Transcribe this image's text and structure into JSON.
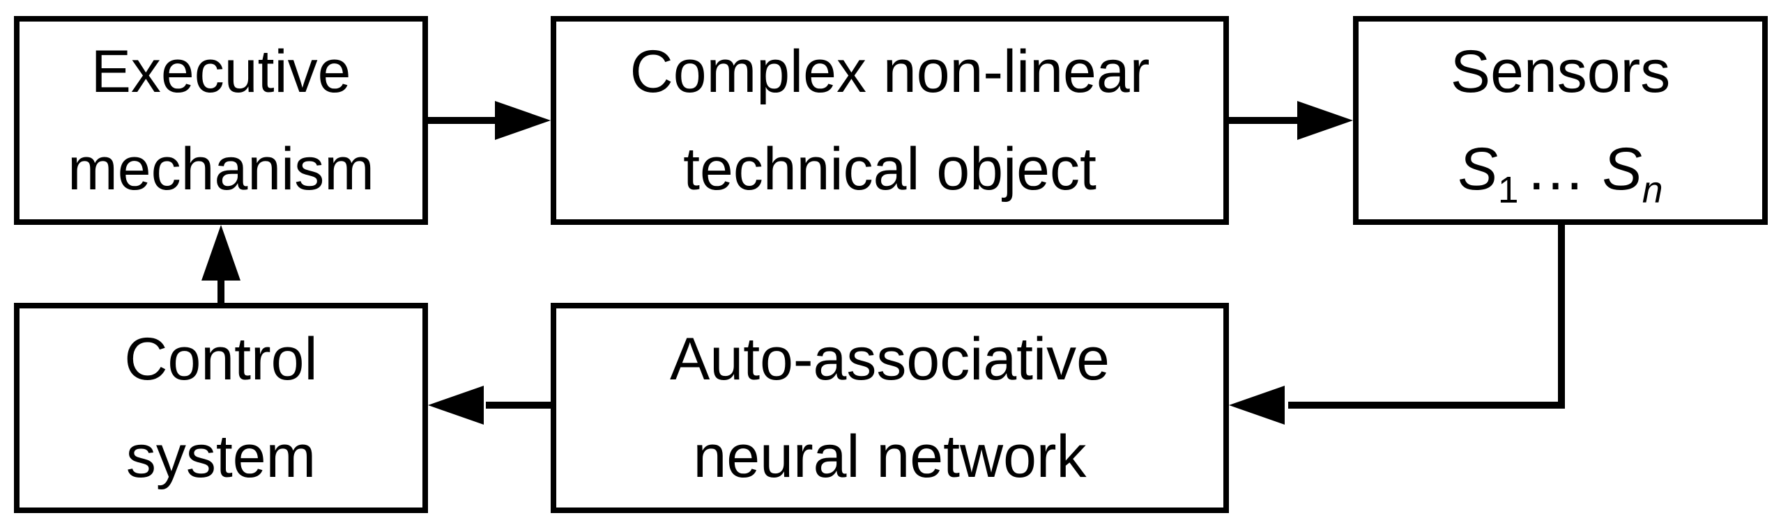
{
  "colors": {
    "ink": "#000000",
    "background": "#ffffff"
  },
  "diagram": {
    "type": "block-diagram-feedback-loop",
    "boxes": {
      "executive": {
        "line1": "Executive",
        "line2": "mechanism"
      },
      "complex": {
        "line1": "Complex non-linear",
        "line2": "technical object"
      },
      "sensors": {
        "line1": "Sensors",
        "s_symbol_1": "S",
        "s_sub_1": "1",
        "ellipsis": "…",
        "s_symbol_n": "S",
        "s_sub_n": "n"
      },
      "control": {
        "line1": "Control",
        "line2": "system"
      },
      "autoassoc": {
        "line1": "Auto-associative",
        "line2": "neural network"
      }
    },
    "arrows": [
      {
        "name": "executive-to-complex",
        "from": "Executive mechanism",
        "to": "Complex non-linear technical object",
        "direction": "right"
      },
      {
        "name": "complex-to-sensors",
        "from": "Complex non-linear technical object",
        "to": "Sensors S1…Sn",
        "direction": "right"
      },
      {
        "name": "sensors-to-autoassoc",
        "from": "Sensors S1…Sn",
        "to": "Auto-associative neural network",
        "direction": "down-then-left"
      },
      {
        "name": "autoassoc-to-control",
        "from": "Auto-associative neural network",
        "to": "Control system",
        "direction": "left"
      },
      {
        "name": "control-to-executive",
        "from": "Control system",
        "to": "Executive mechanism",
        "direction": "up"
      }
    ]
  }
}
